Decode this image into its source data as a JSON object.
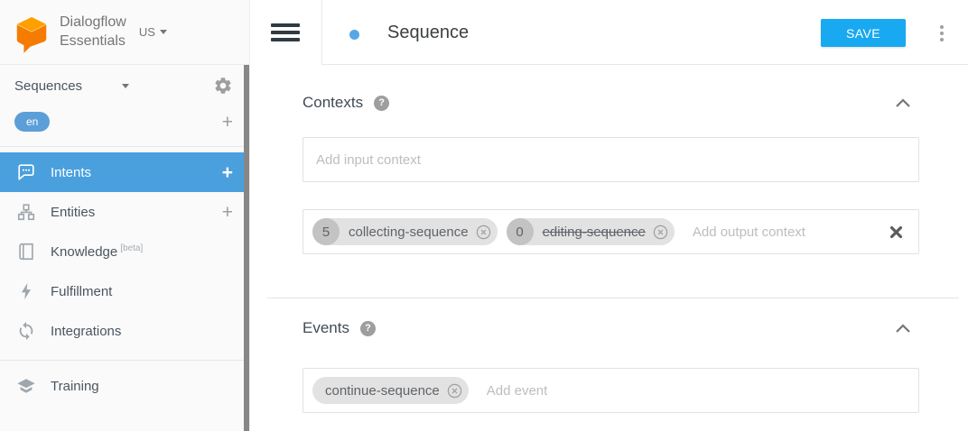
{
  "app": {
    "brand_line1": "Dialogflow",
    "brand_line2": "Essentials",
    "region": "US"
  },
  "sidebar": {
    "agent_name": "Sequences",
    "language_badge": "en",
    "add_language_label": "+",
    "items": [
      {
        "label": "Intents",
        "icon": "chat-bubble-icon",
        "active": true,
        "add_label": "+"
      },
      {
        "label": "Entities",
        "icon": "entity-tree-icon",
        "active": false,
        "add_label": "+"
      },
      {
        "label": "Knowledge",
        "badge": "[beta]",
        "icon": "book-icon",
        "active": false
      },
      {
        "label": "Fulfillment",
        "icon": "lightning-icon",
        "active": false
      },
      {
        "label": "Integrations",
        "icon": "sync-icon",
        "active": false
      },
      {
        "label": "Training",
        "icon": "graduation-cap-icon",
        "active": false
      }
    ]
  },
  "header": {
    "title": "Sequence",
    "save_label": "SAVE"
  },
  "contexts": {
    "heading": "Contexts",
    "help": "?",
    "input_placeholder": "Add input context",
    "output_placeholder": "Add output context",
    "output_chips": [
      {
        "lifespan": "5",
        "label": "collecting-sequence",
        "strikethrough": false
      },
      {
        "lifespan": "0",
        "label": "editing-sequence",
        "strikethrough": true
      }
    ]
  },
  "events": {
    "heading": "Events",
    "help": "?",
    "placeholder": "Add event",
    "chips": [
      {
        "label": "continue-sequence"
      }
    ]
  },
  "colors": {
    "accent_blue": "#18a9f1",
    "active_nav_blue": "#4aa0dd",
    "language_pill_blue": "#5c9fd8",
    "brand_orange_light": "#FFA000",
    "brand_orange_dark": "#F57C00"
  }
}
